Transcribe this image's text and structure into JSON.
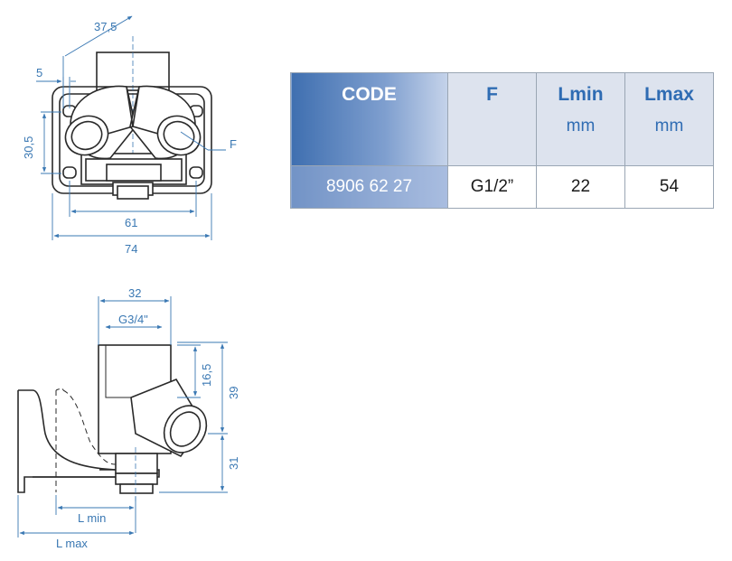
{
  "front_view": {
    "dim_top": "37,5",
    "dim_left_small": "5",
    "dim_height": "30,5",
    "dim_inner_width": "61",
    "dim_outer_width": "74",
    "port_label": "F"
  },
  "side_view": {
    "dim_top": "32",
    "dim_thread": "G3/4\"",
    "dim_upper": "16,5",
    "dim_total": "39",
    "dim_lower": "31",
    "dim_lmin": "L min",
    "dim_lmax": "L max"
  },
  "table": {
    "headers": [
      {
        "label": "CODE",
        "unit": ""
      },
      {
        "label": "F",
        "unit": ""
      },
      {
        "label": "Lmin",
        "unit": "mm"
      },
      {
        "label": "Lmax",
        "unit": "mm"
      }
    ],
    "row": {
      "code": "8906 62 27",
      "f": "G1/2”",
      "lmin": "22",
      "lmax": "54"
    }
  },
  "colors": {
    "dimension_blue": "#3a78b3",
    "drawing_line": "#2a2a2a",
    "header_bg": "#dde3ee",
    "code_gradient_start": "#3f6fb0"
  }
}
